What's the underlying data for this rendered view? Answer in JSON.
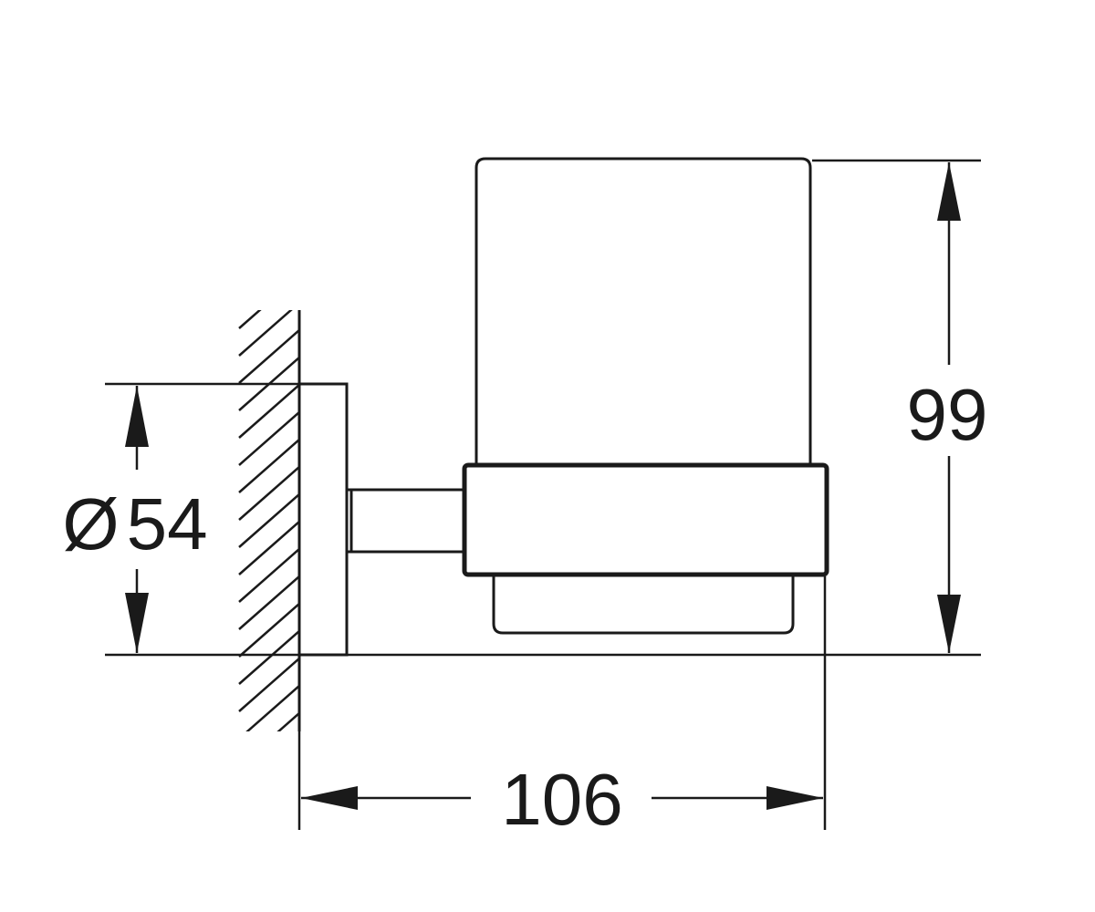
{
  "dimensions": {
    "diameter": {
      "symbol": "Ø",
      "value": "54"
    },
    "height": {
      "value": "99"
    },
    "depth": {
      "value": "106"
    }
  },
  "colors": {
    "line": "#1a1a1a",
    "background": "#ffffff"
  }
}
